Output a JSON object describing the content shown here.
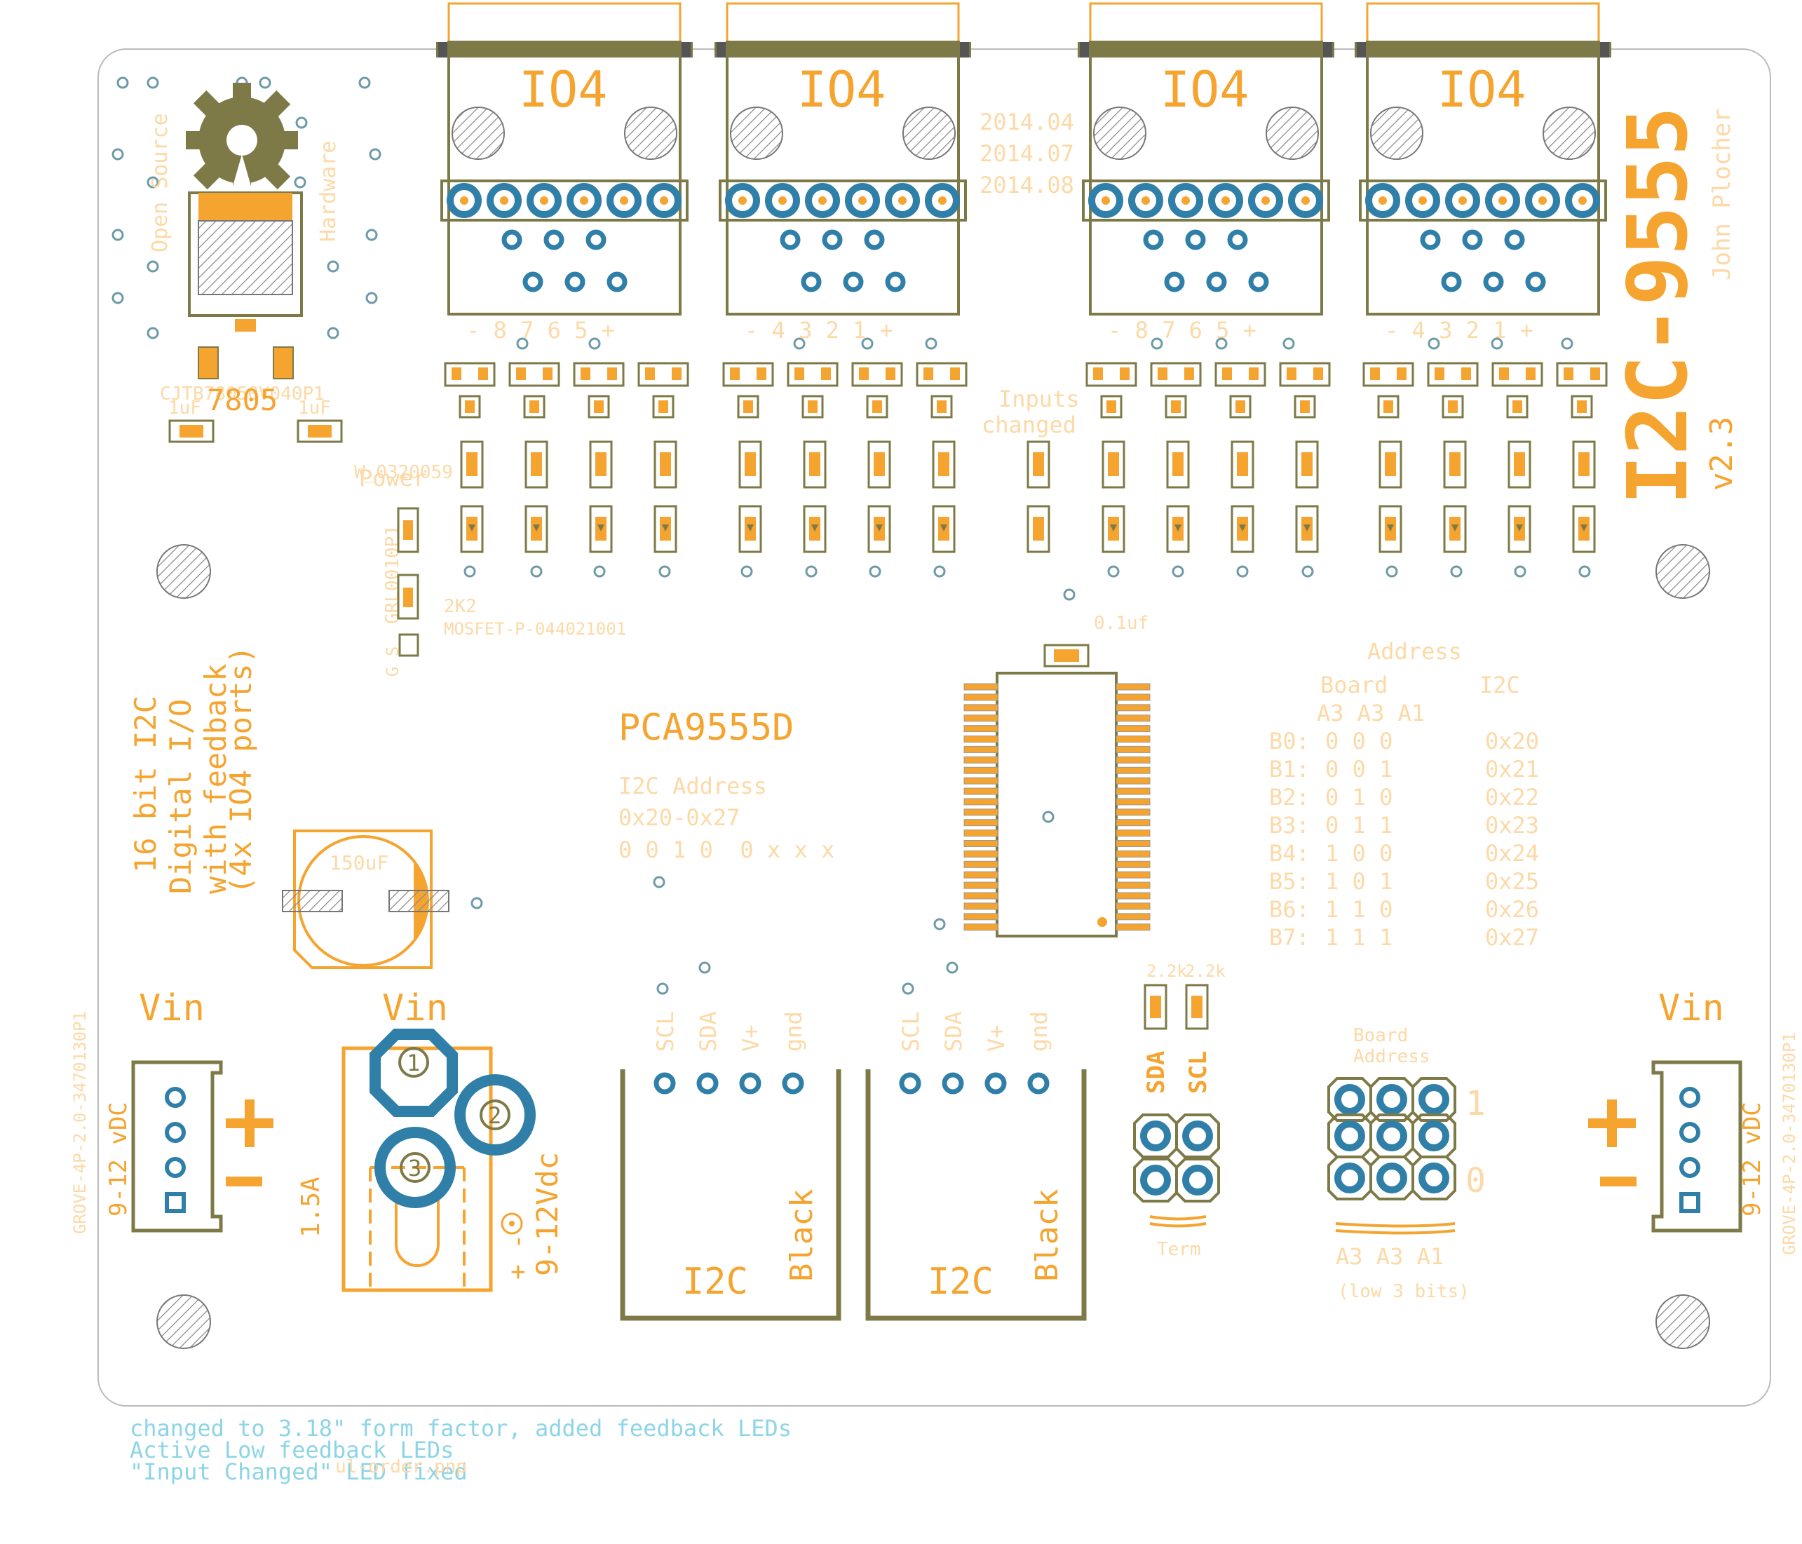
{
  "title": "I2C-9555",
  "version": "v2.3",
  "author": "John Plocher",
  "dates": [
    "2014.04",
    "2014.07",
    "2014.08"
  ],
  "connectors": {
    "io_label": "IO4",
    "pin_labels": [
      "- 8 7 6 5 +",
      "- 4 3 2 1 +",
      "- 8 7 6 5 +",
      "- 4 3 2 1 +"
    ]
  },
  "inputs_changed": [
    "Inputs",
    "changed"
  ],
  "power_label": "Power",
  "oshw": {
    "left": "Open Source",
    "right": "Hardware"
  },
  "regulator": {
    "label": "7805",
    "cap_left": "1uF",
    "cap_right": "1uF",
    "part_text": "CJTB78050V040P1"
  },
  "misc_labels": {
    "res_2k2": "2K2",
    "mosfet": "MOSFET-P-044021001",
    "pad_ref": "W_0320059",
    "vertical_ref": "GRL0010P1",
    "gs_label": "G S"
  },
  "description_lines": [
    "16 bit I2C",
    "Digital I/O",
    "with feedback",
    "(4x IO4 ports)"
  ],
  "chip": {
    "name": "PCA9555D",
    "cap_label": "0.1uf"
  },
  "i2c_address": {
    "title": "I2C Address",
    "range": "0x20-0x27",
    "bits": "0 0 1 0  0 x x x"
  },
  "address_table": {
    "title": "Address",
    "board_header": "Board",
    "i2c_header": "I2C",
    "columns": "A3 A3 A1",
    "rows": [
      {
        "id": "B0:",
        "bits": "0  0  0",
        "addr": "0x20"
      },
      {
        "id": "B1:",
        "bits": "0  0  1",
        "addr": "0x21"
      },
      {
        "id": "B2:",
        "bits": "0  1  0",
        "addr": "0x22"
      },
      {
        "id": "B3:",
        "bits": "0  1  1",
        "addr": "0x23"
      },
      {
        "id": "B4:",
        "bits": "1  0  0",
        "addr": "0x24"
      },
      {
        "id": "B5:",
        "bits": "1  0  1",
        "addr": "0x25"
      },
      {
        "id": "B6:",
        "bits": "1  1  0",
        "addr": "0x26"
      },
      {
        "id": "B7:",
        "bits": "1  1  1",
        "addr": "0x27"
      }
    ]
  },
  "cap_150": "150uF",
  "vin": "Vin",
  "grove_vdc": "9-12 vDC",
  "grove_part": "GROVE-4P-2.0-3470130P1",
  "barrel": {
    "fuse": "1.5A",
    "voltage": "9-12Vdc",
    "polarity": "+ -",
    "pins": [
      "1",
      "2",
      "3"
    ]
  },
  "i2c_ports": {
    "pins": [
      "SCL",
      "SDA",
      "V+",
      "gnd"
    ],
    "label": "I2C",
    "color": "Black"
  },
  "termination": {
    "res": [
      "2.2k",
      "2.2k"
    ],
    "sda": "SDA",
    "scl": "SCL",
    "term": "Term"
  },
  "board_address": {
    "title": [
      "Board",
      "Address"
    ],
    "one": "1",
    "zero": "0",
    "bits": "A3 A3 A1",
    "note": "(low 3 bits)"
  },
  "revision_notes": [
    "changed to 3.18\" form factor, added feedback LEDs",
    "Active Low feedback LEDs",
    "\"Input Changed\" LED fixed"
  ],
  "footer_text": "ul-order.pnp",
  "colors": {
    "silk": "#f5a430",
    "outline": "#7d7a47",
    "pad": "#2f7fa8",
    "via": "#6d9aa8",
    "hatch": "#8a8a8a",
    "notes": "#8dd5e6"
  }
}
